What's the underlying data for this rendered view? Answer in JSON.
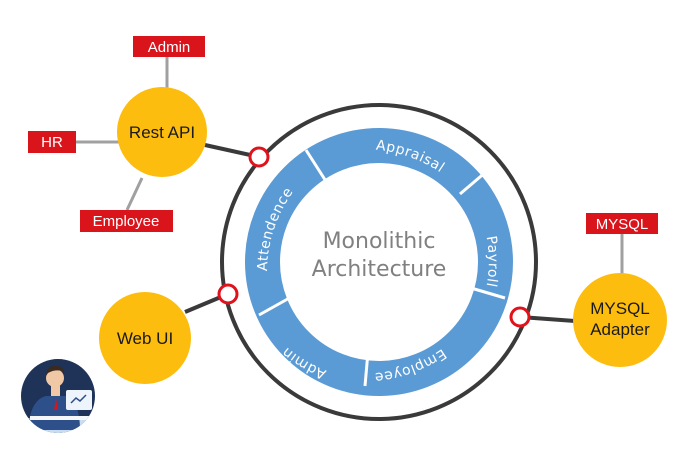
{
  "colors": {
    "tag_red": "#d9141b",
    "node_yellow": "#fdbd0f",
    "segment_blue": "#5b9bd5",
    "ring_gray": "#3a3a3a",
    "connector_red": "#e0121b",
    "center_text_gray": "#808080"
  },
  "center": {
    "line1": "Monolithic",
    "line2": "Architecture"
  },
  "segments": {
    "appraisal": "Appraisal",
    "payroll": "Payroll",
    "employee": "Employee",
    "admin": "Admin",
    "attendence": "Attendence"
  },
  "rest_api": {
    "label": "Rest API",
    "tags": {
      "admin": "Admin",
      "hr": "HR",
      "employee": "Employee"
    }
  },
  "web_ui": {
    "label": "Web UI",
    "user_icon": "user-at-laptop-icon"
  },
  "mysql": {
    "tag": "MYSQL",
    "line1": "MYSQL",
    "line2": "Adapter"
  }
}
